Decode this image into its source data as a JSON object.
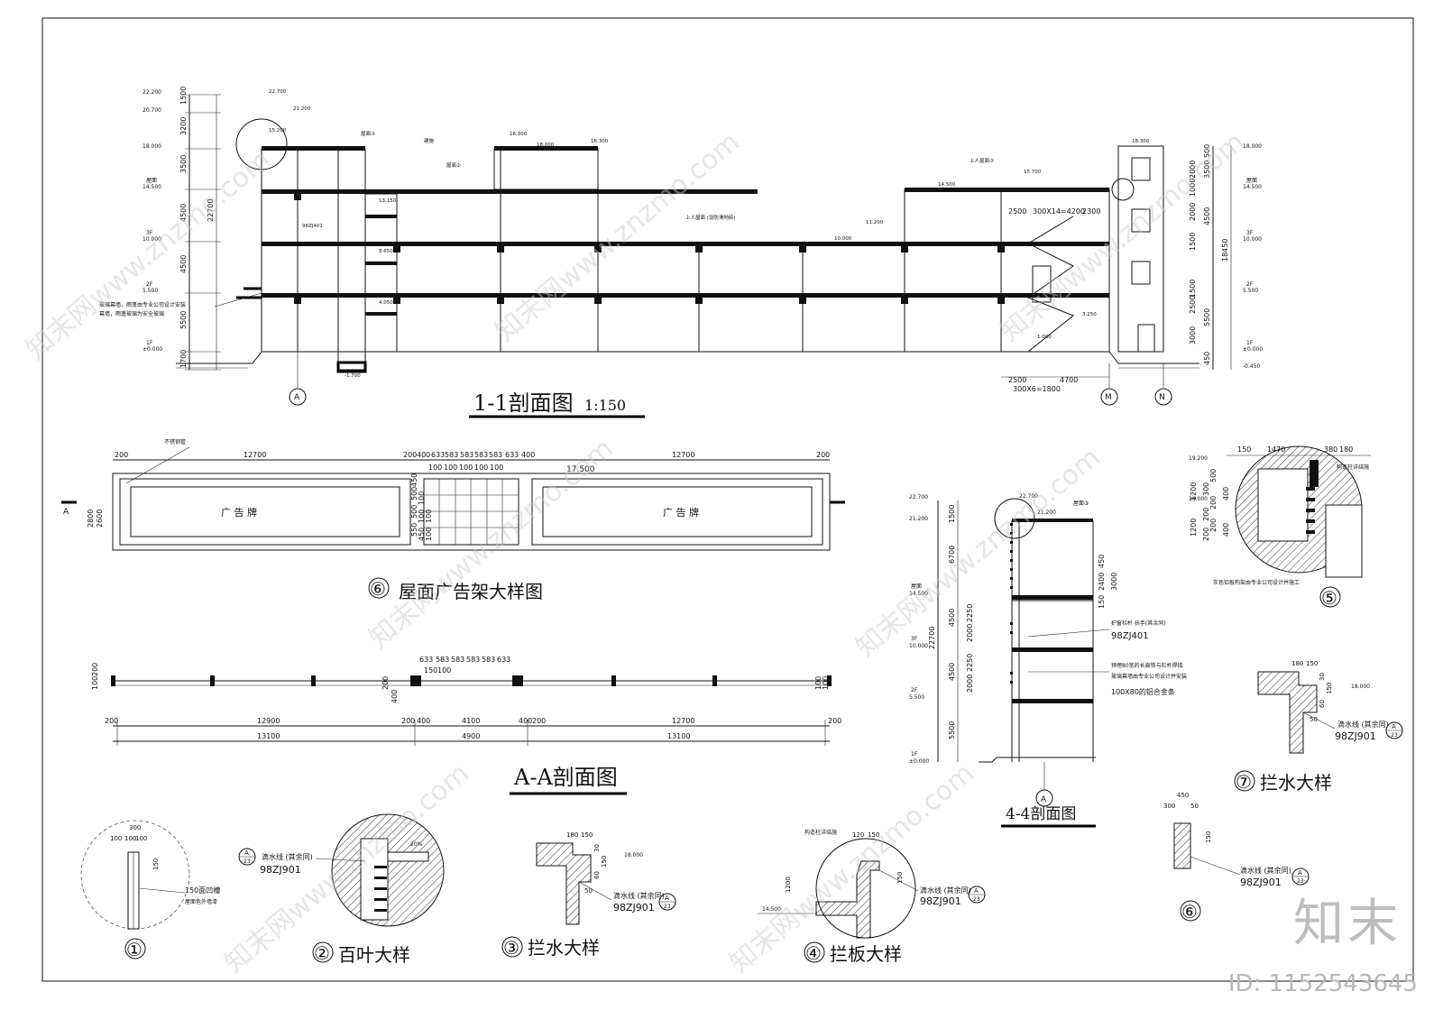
{
  "titles": {
    "section_11": "1-1剖面图",
    "section_11_scale": "1:150",
    "billboard_detail": "屋面广告架大样图",
    "billboard_detail_no": "⑥",
    "section_aa": "A-A剖面图",
    "section_44": "4-4剖面图",
    "detail_1": "①",
    "detail_2": "百叶大样",
    "detail_2_no": "②",
    "detail_3": "拦水大样",
    "detail_3_no": "③",
    "detail_4": "拦板大样",
    "detail_4_no": "④",
    "detail_5_no": "⑤",
    "detail_6_no": "⑥",
    "detail_7": "拦水大样",
    "detail_7_no": "⑦"
  },
  "section_11": {
    "left_levels": [
      "22.200",
      "20.700",
      "18.000",
      "14.500",
      "10.000",
      "5.500",
      "±0.000"
    ],
    "left_level_tags": [
      "屋面",
      "3F",
      "2F",
      "1F"
    ],
    "left_dims": [
      "1500",
      "3200",
      "3500",
      "4500",
      "22700",
      "4500",
      "5500",
      "1700"
    ],
    "right_levels": [
      "18.000",
      "14.500",
      "10.000",
      "5.500",
      "±0.000",
      "-0.450"
    ],
    "right_level_tags": [
      "屋面",
      "3F",
      "2F",
      "1F"
    ],
    "right_dims": [
      "500",
      "3500",
      "1000",
      "2000",
      "1500",
      "4500",
      "2000",
      "1500",
      "2500",
      "5500",
      "3000",
      "450",
      "18450"
    ],
    "top_levels": [
      "22.700",
      "21.200",
      "15.200",
      "18.000",
      "18.300",
      "16.300",
      "15.700",
      "14.500",
      "13.150",
      "11.200",
      "10.000",
      "8.650",
      "4.050",
      "1.000",
      "3.250",
      "-1.700",
      "18.300"
    ],
    "notes": [
      "玻璃幕墙，雨蓬由专业公司设计安装",
      "幕墙，雨蓬玻璃为安全玻璃",
      "屋面③",
      "屋面②",
      "上人屋面③",
      "上人屋面 (设防滑地砖)",
      "98ZJ401",
      "建施",
      "2500",
      "300X14=4200",
      "2300",
      "2500",
      "4700",
      "300X6=1800"
    ],
    "axes": [
      "A",
      "M",
      "N"
    ]
  },
  "billboard": {
    "top_dims": [
      "200",
      "12700",
      "200",
      "400",
      "633",
      "583",
      "583",
      "583",
      "583",
      "633",
      "400",
      "12700",
      "200"
    ],
    "sub_dims": [
      "100",
      "100",
      "100",
      "100",
      "100"
    ],
    "width_label": "17.500",
    "pipe_note": "不锈钢管",
    "panel_text_left": "广 告 牌",
    "panel_text_right": "广 告 牌",
    "height_dims": [
      "2800",
      "2600"
    ],
    "grid_dims": [
      "550",
      "500",
      "500",
      "450",
      "450",
      "100",
      "100",
      "100",
      "100"
    ],
    "cut_mark": "A"
  },
  "section_aa": {
    "top_dims": [
      "633",
      "583",
      "583",
      "583",
      "583",
      "633"
    ],
    "sub_dims": [
      "100",
      "150"
    ],
    "side_dims": [
      "100",
      "200",
      "200",
      "400",
      "100",
      "100"
    ],
    "dims_row1": [
      "200",
      "12900",
      "200",
      "400",
      "4100",
      "400",
      "200",
      "12700",
      "200"
    ],
    "dims_row2": [
      "13100",
      "4900",
      "13100"
    ]
  },
  "section_44": {
    "levels": [
      "22.700",
      "21.200",
      "屋面",
      "14.500",
      "3F",
      "10.000",
      "2F",
      "5.500",
      "1F",
      "±0.000"
    ],
    "dims_left": [
      "1500",
      "6700",
      "4500",
      "22700",
      "4500",
      "5500"
    ],
    "dims_inner": [
      "2250",
      "2000",
      "2250",
      "2000"
    ],
    "dims_right": [
      "450",
      "2400",
      "3000",
      "150"
    ],
    "top_levels": [
      "22.700",
      "21.200"
    ],
    "notes": [
      "屋面③",
      "护窗栏杆 扶手(其余同)",
      "98ZJ401",
      "预埋80宽的长扁铁与栏杆焊接",
      "玻璃幕墙由专业公司设计并安装",
      "100X80的铝合金条"
    ],
    "axis": "A"
  },
  "detail_5": {
    "dims_top": [
      "150",
      "1470",
      "380",
      "180"
    ],
    "levels": [
      "19.200",
      "18.000"
    ],
    "dims_left": [
      "1200",
      "1200"
    ],
    "dims_vert": [
      "200",
      "200",
      "200",
      "200",
      "300",
      "500",
      "400",
      "400"
    ],
    "notes": [
      "构造柱详结施",
      "灰色铝板构架由专业公司设计并施工"
    ]
  },
  "detail_7": {
    "dims": [
      "180",
      "150",
      "30",
      "150",
      "60",
      "50"
    ],
    "level": "18.000",
    "note": "滴水线 (其余同)",
    "ref": "98ZJ901",
    "ref_top": "A",
    "ref_bottom": "23"
  },
  "detail_6": {
    "dims": [
      "450",
      "300",
      "50",
      "150"
    ],
    "note": "滴水线 (其余同)",
    "ref": "98ZJ901",
    "ref_top": "A",
    "ref_bottom": "23"
  },
  "detail_1_data": {
    "dims": [
      "300",
      "100",
      "100",
      "100",
      "150"
    ],
    "notes": [
      "150面凹槽",
      "屋面色外墙漆"
    ]
  },
  "detail_2_data": {
    "note": "滴水线 (其余同)",
    "ref": "98ZJ901",
    "ref_top": "A",
    "ref_bottom": "23",
    "dim": "20%"
  },
  "detail_3_data": {
    "dims": [
      "180",
      "150",
      "30",
      "150",
      "60",
      "50"
    ],
    "level": "18.000",
    "note": "滴水线 (其余同)",
    "ref": "98ZJ901",
    "ref_top": "A",
    "ref_bottom": "23"
  },
  "detail_4_data": {
    "dims": [
      "120",
      "150",
      "1200",
      "150"
    ],
    "level": "14.500",
    "notes": [
      "构造柱详结施",
      "滴水线 (其余同)"
    ],
    "ref": "98ZJ901",
    "ref_top": "A",
    "ref_bottom": "23"
  },
  "watermark": {
    "text": "知末网www.znzmo.com",
    "brand": "知末",
    "id": "ID: 1152543645"
  }
}
